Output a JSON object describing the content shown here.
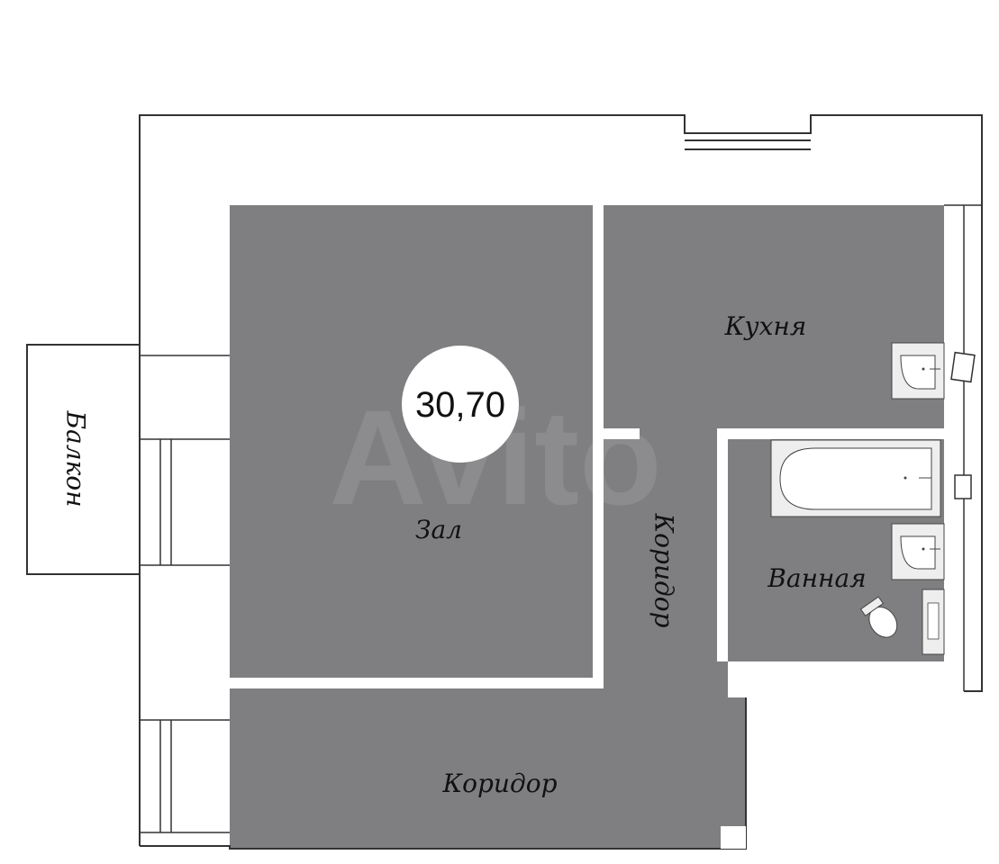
{
  "plan": {
    "area": "30,70",
    "rooms": {
      "hall": "Зал",
      "kitchen": "Кухня",
      "bathroom": "Ванная",
      "corridor_vertical": "Коридор",
      "corridor_bottom": "Коридор",
      "balcony": "Балкон"
    },
    "watermark": "Avito"
  },
  "colors": {
    "floor": "#7f7f81",
    "wall": "#ffffff",
    "outline": "#333333",
    "fixture": "#eeeeee"
  }
}
